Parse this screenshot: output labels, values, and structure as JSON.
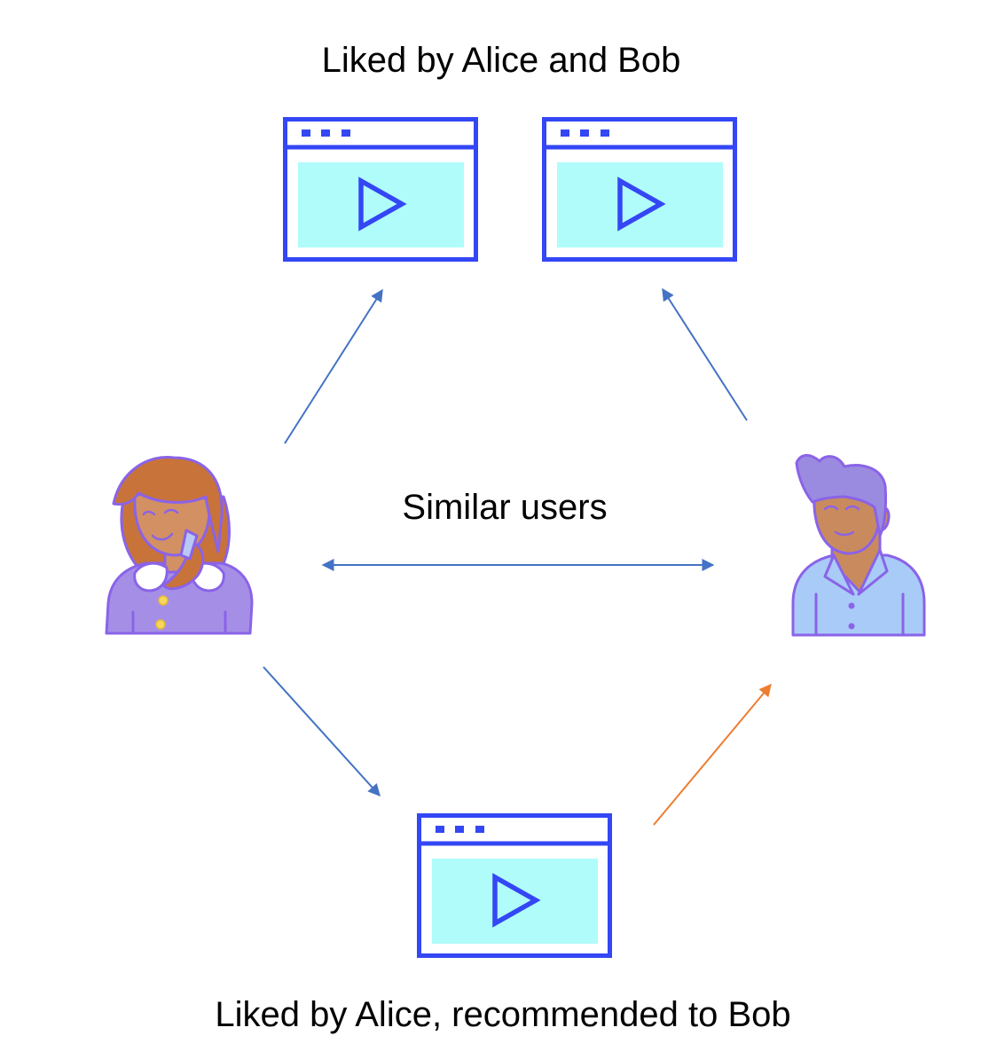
{
  "captions": {
    "top": "Liked by Alice and Bob",
    "middle": "Similar users",
    "bottom": "Liked by Alice, recommended to Bob"
  },
  "colors": {
    "frame": "#3347F5",
    "screen": "#B0FCFA",
    "arrow_blue": "#4472C4",
    "arrow_orange": "#ED7D31",
    "alice_hair": "#C8733A",
    "alice_skin": "#D39063",
    "alice_shirt": "#A58FE6",
    "alice_outline": "#8A63E8",
    "bob_hair": "#9B8BE0",
    "bob_skin": "#C98B5E",
    "bob_shirt": "#A9CBF7",
    "bob_outline": "#8A63E8"
  },
  "icons": {
    "video": "video-player-icon",
    "alice": "alice-avatar-icon",
    "bob": "bob-avatar-icon"
  }
}
